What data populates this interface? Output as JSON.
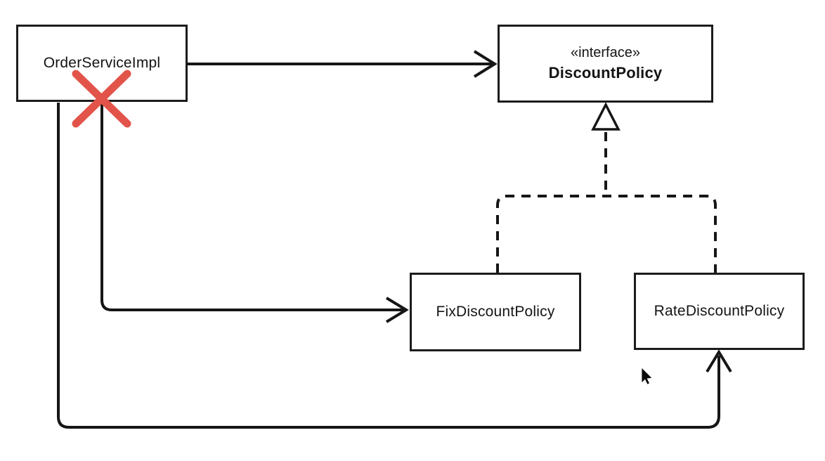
{
  "diagram": {
    "type": "uml-class-diagram",
    "nodes": {
      "order_service": {
        "label": "OrderServiceImpl"
      },
      "discount_policy": {
        "stereotype": "«interface»",
        "label": "DiscountPolicy"
      },
      "fix_discount": {
        "label": "FixDiscountPolicy"
      },
      "rate_discount": {
        "label": "RateDiscountPolicy"
      }
    },
    "edges": [
      {
        "from": "OrderServiceImpl",
        "to": "DiscountPolicy",
        "style": "solid",
        "arrowhead": "open"
      },
      {
        "from": "OrderServiceImpl",
        "to": "FixDiscountPolicy",
        "style": "solid",
        "arrowhead": "open"
      },
      {
        "from": "OrderServiceImpl",
        "to": "RateDiscountPolicy",
        "style": "solid",
        "arrowhead": "open"
      },
      {
        "from": "FixDiscountPolicy",
        "to": "DiscountPolicy",
        "style": "dashed",
        "arrowhead": "hollow-triangle"
      },
      {
        "from": "RateDiscountPolicy",
        "to": "DiscountPolicy",
        "style": "dashed",
        "arrowhead": "hollow-triangle"
      }
    ],
    "annotations": {
      "red_x": {
        "over": "OrderServiceImpl outgoing lines",
        "color": "#e2544a"
      },
      "mouse_cursor": {
        "visible": true
      }
    },
    "colors": {
      "background": "#ffffff",
      "line": "#161616",
      "box_border": "#1c1c1c",
      "text": "#141414",
      "red_x": "#e2544a"
    }
  }
}
